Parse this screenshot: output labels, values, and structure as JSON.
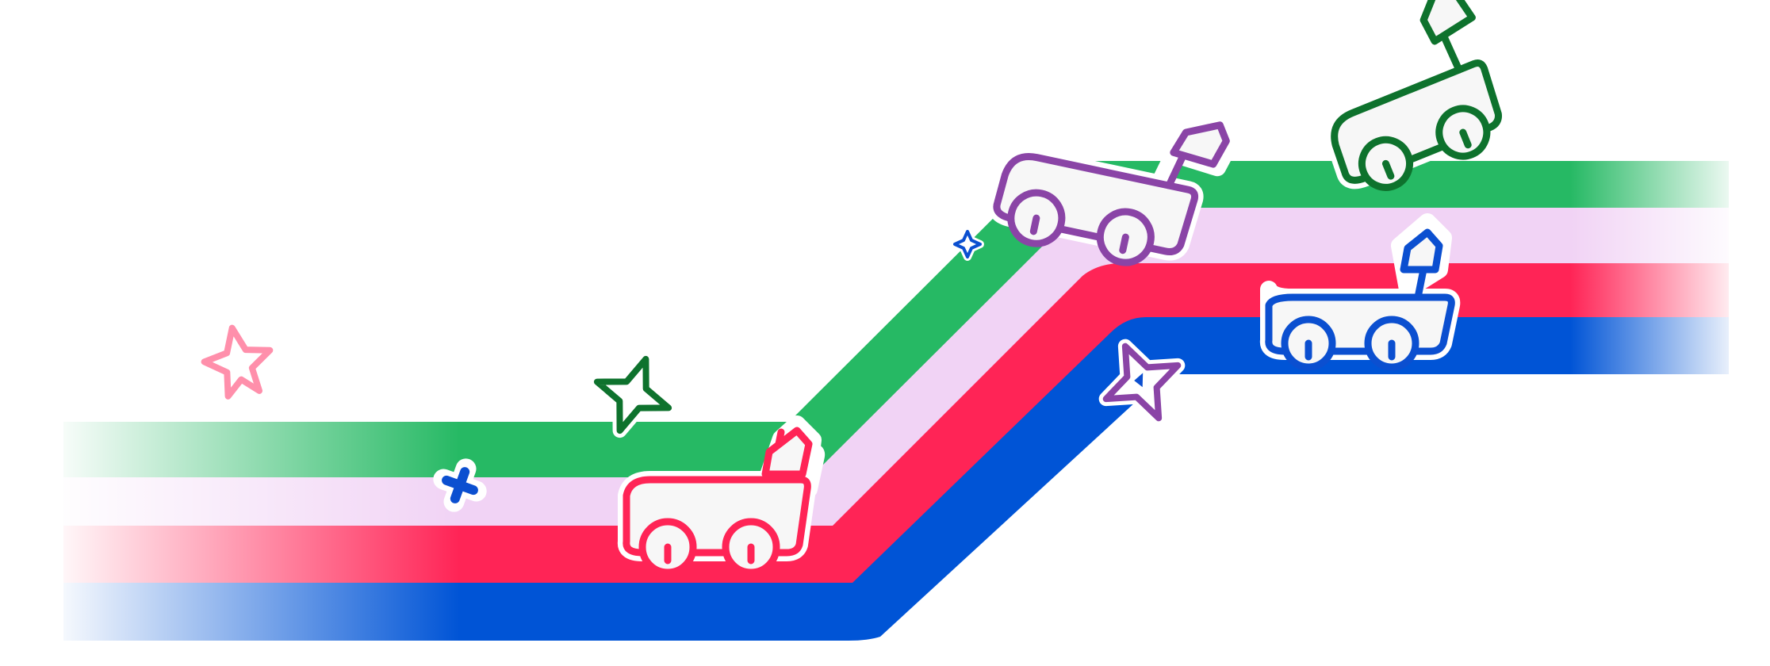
{
  "colors": {
    "green": "#26b964",
    "lavender": "#f1d3f5",
    "red": "#ff2456",
    "blue": "#0054d6",
    "green_dark": "#0e722d",
    "purple": "#8a44a6",
    "red_outline": "#ff2456",
    "blue_outline": "#0b4fd0",
    "pink_star": "#ff8fab",
    "vehicle_fill": "#f7f7f7"
  },
  "bands": [
    {
      "name": "green-band",
      "color": "green"
    },
    {
      "name": "lavender-band",
      "color": "lavender"
    },
    {
      "name": "red-band",
      "color": "red"
    },
    {
      "name": "blue-band",
      "color": "blue"
    }
  ],
  "vehicles": [
    {
      "name": "red-mower-icon",
      "color": "red_outline"
    },
    {
      "name": "purple-mower-icon",
      "color": "purple"
    },
    {
      "name": "green-mower-icon",
      "color": "green_dark"
    },
    {
      "name": "blue-mower-icon",
      "color": "blue_outline"
    }
  ],
  "sparkles": [
    {
      "name": "pink-star-icon",
      "color": "pink_star"
    },
    {
      "name": "green-star-icon",
      "color": "green_dark"
    },
    {
      "name": "blue-cross-icon",
      "color": "blue_outline"
    },
    {
      "name": "blue-small-star-icon",
      "color": "blue_outline"
    },
    {
      "name": "purple-star-icon",
      "color": "purple"
    }
  ]
}
